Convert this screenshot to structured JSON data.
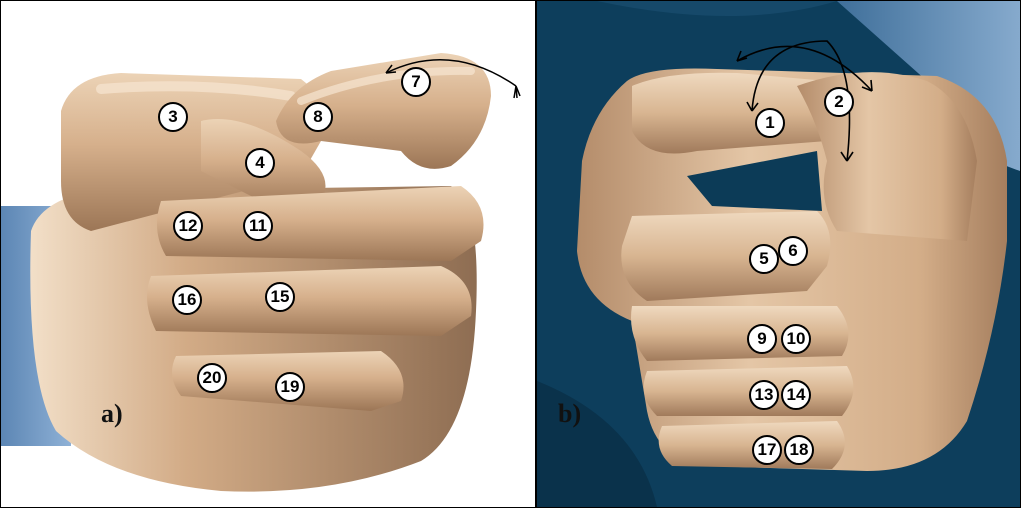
{
  "panel_a": {
    "caption": "a)",
    "labels": [
      "3",
      "4",
      "7",
      "8",
      "12",
      "11",
      "16",
      "15",
      "20",
      "19"
    ]
  },
  "panel_b": {
    "caption": "b)",
    "labels": [
      "1",
      "2",
      "5",
      "6",
      "9",
      "10",
      "13",
      "14",
      "17",
      "18"
    ]
  },
  "colors": {
    "skin": "#cfa985",
    "skin_highlight": "#f0dcc4",
    "skin_shadow": "#8a6a50",
    "background_a": "#ffffff",
    "background_b": "#0c3b57",
    "arm": "#6f98c6"
  }
}
